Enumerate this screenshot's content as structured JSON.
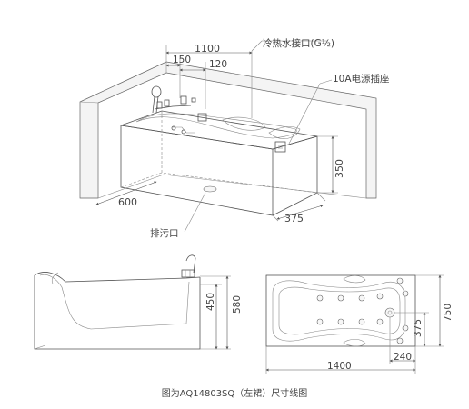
{
  "view_3d": {
    "dims": {
      "total_length": "1100",
      "left_offset": "150",
      "spacing": "120",
      "depth_base": "600",
      "height": "350",
      "width": "375"
    },
    "labels": {
      "water_inlet": "冷热水接口(G½)",
      "power_socket": "10A电源插座",
      "drain": "排污口"
    }
  },
  "side_view": {
    "dims": {
      "inner_height": "450",
      "total_height": "580"
    }
  },
  "top_view": {
    "dims": {
      "length": "1400",
      "width": "750",
      "inner_width": "375",
      "offset": "240"
    }
  },
  "caption": "图为AQ14803SQ（左裙）尺寸线图"
}
